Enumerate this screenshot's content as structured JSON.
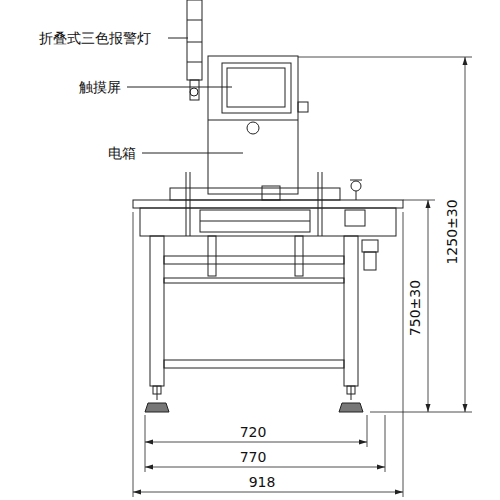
{
  "diagram": {
    "labels": [
      "折叠式三色报警灯",
      "触摸屏",
      "电箱",
      "1250±30",
      "750±30",
      "720",
      "770",
      "918"
    ]
  }
}
